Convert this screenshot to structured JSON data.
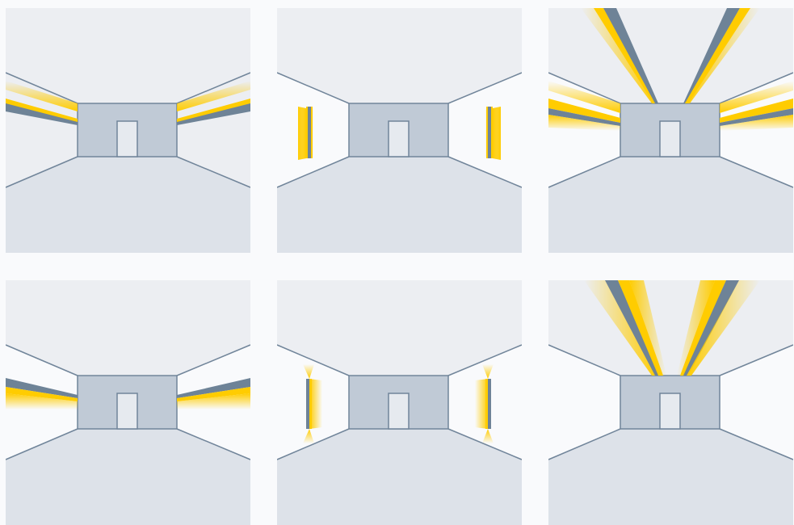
{
  "colors": {
    "page_background": "#f9fafc",
    "wall": "#eceef2",
    "floor": "#dde2e9",
    "back_wall": "#c0cad6",
    "door": "#e6eaef",
    "line": "#71859a",
    "fixture": "#6e8397",
    "light": "#ffcc00"
  },
  "panels": [
    {
      "id": "p1",
      "variant": "wall-grazing-horizontal-up"
    },
    {
      "id": "p2",
      "variant": "wall-vertical-bar-one-sided"
    },
    {
      "id": "p3",
      "variant": "ceiling-and-wall-up-beams"
    },
    {
      "id": "p4",
      "variant": "wall-grazing-horizontal-down"
    },
    {
      "id": "p5",
      "variant": "wall-vertical-bar-up-down"
    },
    {
      "id": "p6",
      "variant": "ceiling-beams-down"
    }
  ]
}
